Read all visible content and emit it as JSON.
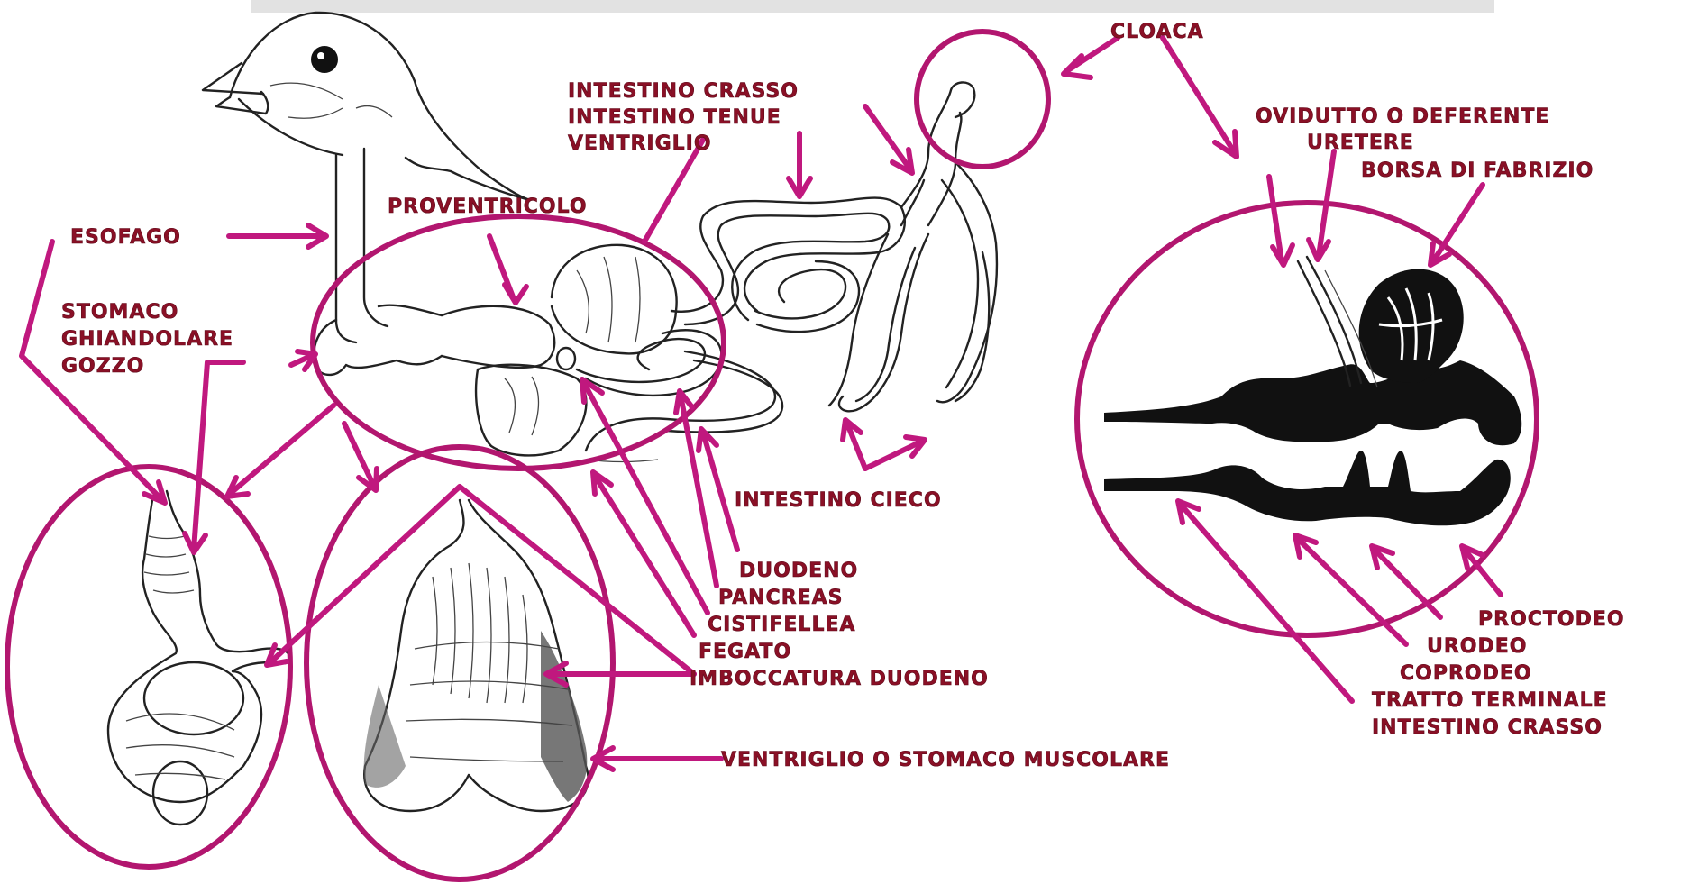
{
  "colors": {
    "arrow": "#c0187e",
    "ring": "#b2166f",
    "label": "#8a1026",
    "ink": "#222222"
  },
  "labels": {
    "cloaca": "CLOACA",
    "intestino_crasso": "INTESTINO CRASSO",
    "intestino_tenue": "INTESTINO TENUE",
    "ventriglio": "VENTRIGLIO",
    "oviduttto_o_deferente": "OVIDUTTO O DEFERENTE",
    "uretere": "URETERE",
    "borsa_di_fabrizio": "BORSA DI FABRIZIO",
    "proventricolo": "PROVENTRICOLO",
    "esofago": "ESOFAGO",
    "stomaco_line1": "STOMACO",
    "stomaco_line2": "GHIANDOLARE",
    "gozzo": "GOZZO",
    "intestino_cieco": "INTESTINO CIECO",
    "duodeno": "DUODENO",
    "pancreas": "PANCREAS",
    "cistifellea": "CISTIFELLEA",
    "fegato": "FEGATO",
    "imboccatura_duodeno": "IMBOCCATURA DUODENO",
    "ventriglio_muscolare": "VENTRIGLIO O STOMACO MUSCOLARE",
    "proctodeo": "PROCTODEO",
    "urodeo": "URODEO",
    "coprodeo": "COPRODEO",
    "tratto_terminale": "TRATTO TERMINALE",
    "intestino_crasso_terminale": "INTESTINO CRASSO"
  }
}
